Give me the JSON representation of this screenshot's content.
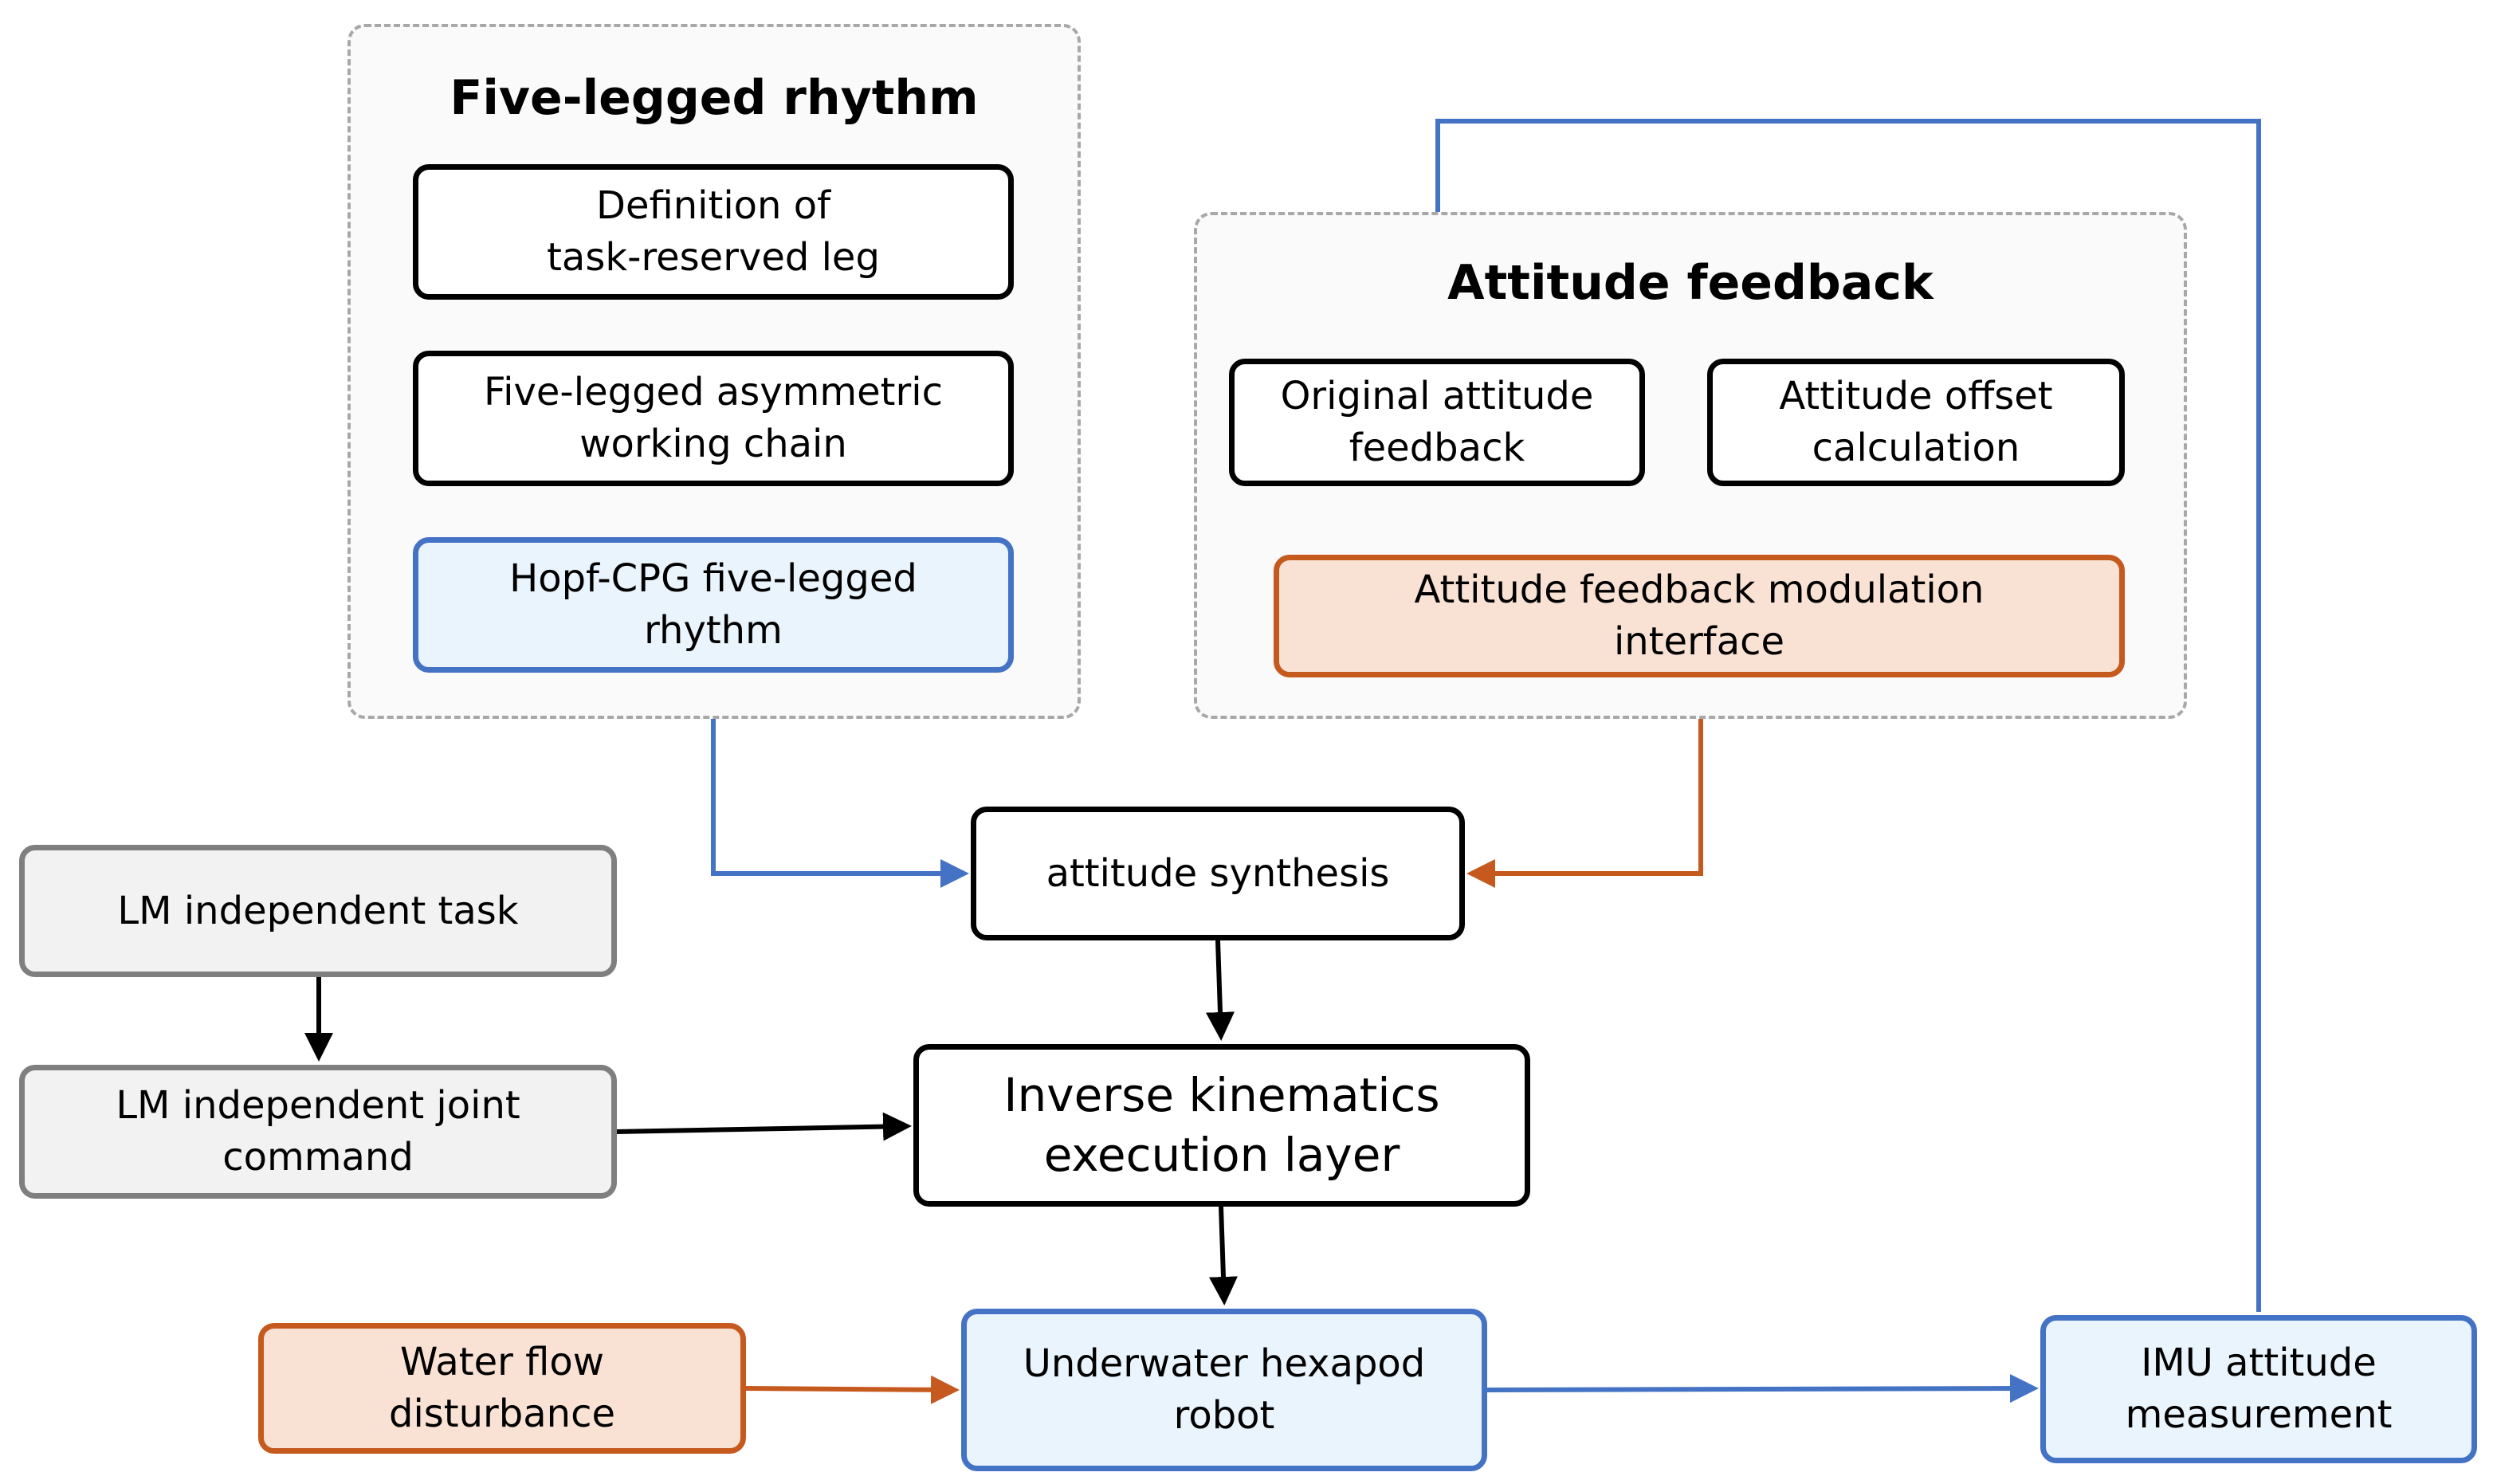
{
  "groups": {
    "rhythm": {
      "title": "Five-legged rhythm"
    },
    "attitude": {
      "title": "Attitude feedback"
    }
  },
  "nodes": {
    "definition": "Definition of\ntask-reserved leg",
    "chain": "Five-legged asymmetric\nworking chain",
    "hopf": "Hopf-CPG five-legged\nrhythm",
    "original_feedback": "Original attitude\nfeedback",
    "offset_calc": "Attitude offset\ncalculation",
    "modulation": "Attitude feedback modulation\ninterface",
    "synthesis": "attitude synthesis",
    "lm_task": "LM independent task",
    "lm_joint": "LM independent joint\ncommand",
    "ik": "Inverse kinematics\nexecution layer",
    "water": "Water flow\ndisturbance",
    "robot": "Underwater hexapod\nrobot",
    "imu": "IMU attitude\nmeasurement"
  },
  "colors": {
    "blue": "#4472c4",
    "orange": "#c65a1e",
    "black": "#000000",
    "gray": "#7f7f7f"
  }
}
